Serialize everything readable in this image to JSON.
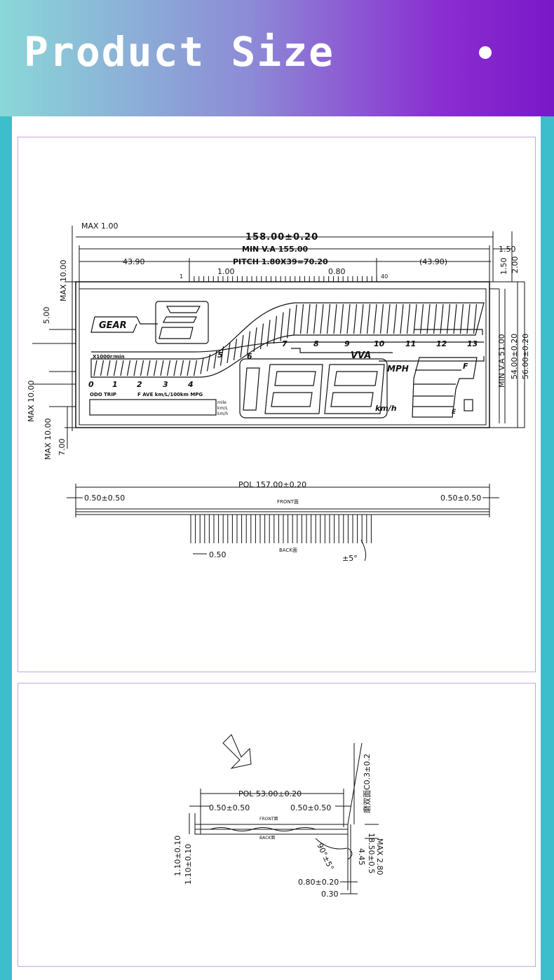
{
  "header": {
    "title": "Product Size"
  },
  "drawing1": {
    "max_top": "MAX  1.00",
    "overall_width": "158.00±0.20",
    "min_va": "MIN V.A 155.00",
    "pitch": "PITCH 1.80X39=70.20",
    "left_offset": "43.90",
    "right_offset": "(43.90)",
    "pin_gap": "1.00",
    "pin_width": "0.80",
    "pin_first": "1",
    "pin_last": "40",
    "right_150": "1.50",
    "right_150b": "1.50",
    "right_200": "2.00",
    "min_va_h": "MIN V.A 51.00",
    "height_54": "54.00±0.20",
    "height_56": "56.00±0.20",
    "max_10_top": "MAX  10.00",
    "left_500": "5.00",
    "max_10_mid": "MAX  10.00",
    "max_10_bot": "MAX  10.00",
    "left_700": "7.00",
    "lcd": {
      "gear": "GEAR",
      "rpm": "X1000r/min",
      "rpm_numbers": [
        "0",
        "1",
        "2",
        "3",
        "4",
        "5",
        "6",
        "7",
        "8",
        "9",
        "10",
        "11",
        "12",
        "13"
      ],
      "vva": "VVA",
      "mph": "MPH",
      "kmh": "km/h",
      "odo_line": "ODO TRIP",
      "odo_line2": "F AVE km/L/100km MPG",
      "units_small": [
        "mile",
        "km/L",
        "km/h"
      ],
      "fuel_f": "F",
      "fuel_e": "E"
    }
  },
  "side_view": {
    "pol": "POL  157.00±0.20",
    "left_tol": "0.50±0.50",
    "right_tol": "0.50±0.50",
    "front": "FRONT面",
    "back": "BACK面",
    "pin_pitch": "0.50",
    "angle": "±5°"
  },
  "drawing2": {
    "pol": "POL  53.00±0.20",
    "left_tol": "0.50±0.50",
    "right_tol": "0.50±0.50",
    "front": "FRONT面",
    "back": "BACK面",
    "chamfer": "磨双面C0.3±0.2",
    "t_110": "1.10±0.10",
    "t_110b": "1.10±0.10",
    "angle": "90°±5°",
    "dim_1850": "18.50±0.5",
    "dim_445": "4.45",
    "max_280": "MAX  2.80",
    "dim_080": "0.80±0.20",
    "dim_030": "0.30"
  }
}
